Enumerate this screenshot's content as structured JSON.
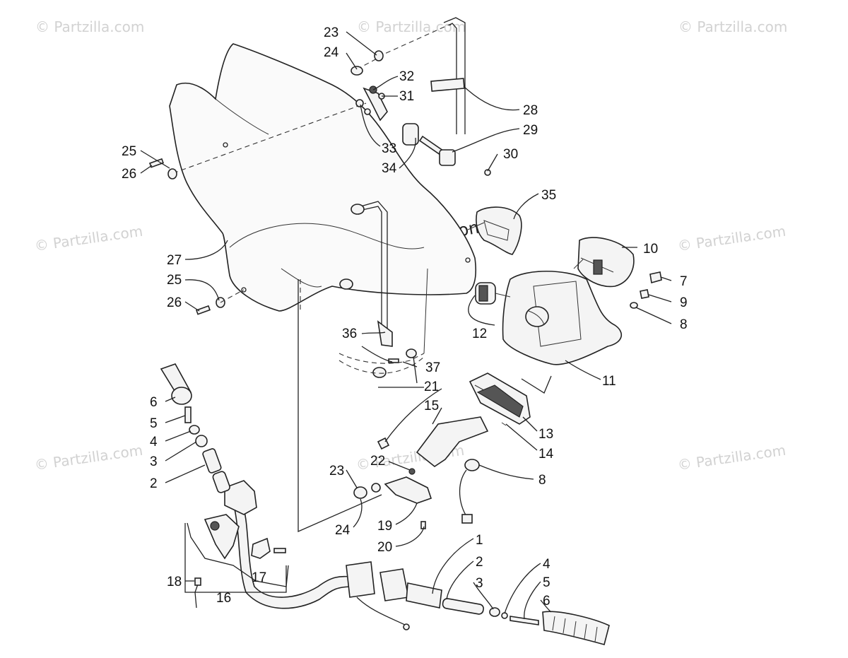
{
  "watermarks": {
    "corner": "© Partzilla.com",
    "center": "© Partzilla.com"
  },
  "callouts": [
    {
      "id": "c23a",
      "text": "23"
    },
    {
      "id": "c24a",
      "text": "24"
    },
    {
      "id": "c32",
      "text": "32"
    },
    {
      "id": "c31",
      "text": "31"
    },
    {
      "id": "c28",
      "text": "28"
    },
    {
      "id": "c29",
      "text": "29"
    },
    {
      "id": "c30",
      "text": "30"
    },
    {
      "id": "c33",
      "text": "33"
    },
    {
      "id": "c34",
      "text": "34"
    },
    {
      "id": "c25a",
      "text": "25"
    },
    {
      "id": "c26a",
      "text": "26"
    },
    {
      "id": "c35",
      "text": "35"
    },
    {
      "id": "c27",
      "text": "27"
    },
    {
      "id": "c25b",
      "text": "25"
    },
    {
      "id": "c26b",
      "text": "26"
    },
    {
      "id": "c10",
      "text": "10"
    },
    {
      "id": "c7",
      "text": "7"
    },
    {
      "id": "c9",
      "text": "9"
    },
    {
      "id": "c8a",
      "text": "8"
    },
    {
      "id": "c12",
      "text": "12"
    },
    {
      "id": "c11",
      "text": "11"
    },
    {
      "id": "c36",
      "text": "36"
    },
    {
      "id": "c37",
      "text": "37"
    },
    {
      "id": "c21",
      "text": "21"
    },
    {
      "id": "c15",
      "text": "15"
    },
    {
      "id": "c13",
      "text": "13"
    },
    {
      "id": "c14",
      "text": "14"
    },
    {
      "id": "c6a",
      "text": "6"
    },
    {
      "id": "c5a",
      "text": "5"
    },
    {
      "id": "c4a",
      "text": "4"
    },
    {
      "id": "c3a",
      "text": "3"
    },
    {
      "id": "c2a",
      "text": "2"
    },
    {
      "id": "c22",
      "text": "22"
    },
    {
      "id": "c23b",
      "text": "23"
    },
    {
      "id": "c8b",
      "text": "8"
    },
    {
      "id": "c19",
      "text": "19"
    },
    {
      "id": "c24b",
      "text": "24"
    },
    {
      "id": "c20",
      "text": "20"
    },
    {
      "id": "c1",
      "text": "1"
    },
    {
      "id": "c2b",
      "text": "2"
    },
    {
      "id": "c3b",
      "text": "3"
    },
    {
      "id": "c4b",
      "text": "4"
    },
    {
      "id": "c5b",
      "text": "5"
    },
    {
      "id": "c6b",
      "text": "6"
    },
    {
      "id": "c18",
      "text": "18"
    },
    {
      "id": "c17",
      "text": "17"
    },
    {
      "id": "c16",
      "text": "16"
    }
  ]
}
